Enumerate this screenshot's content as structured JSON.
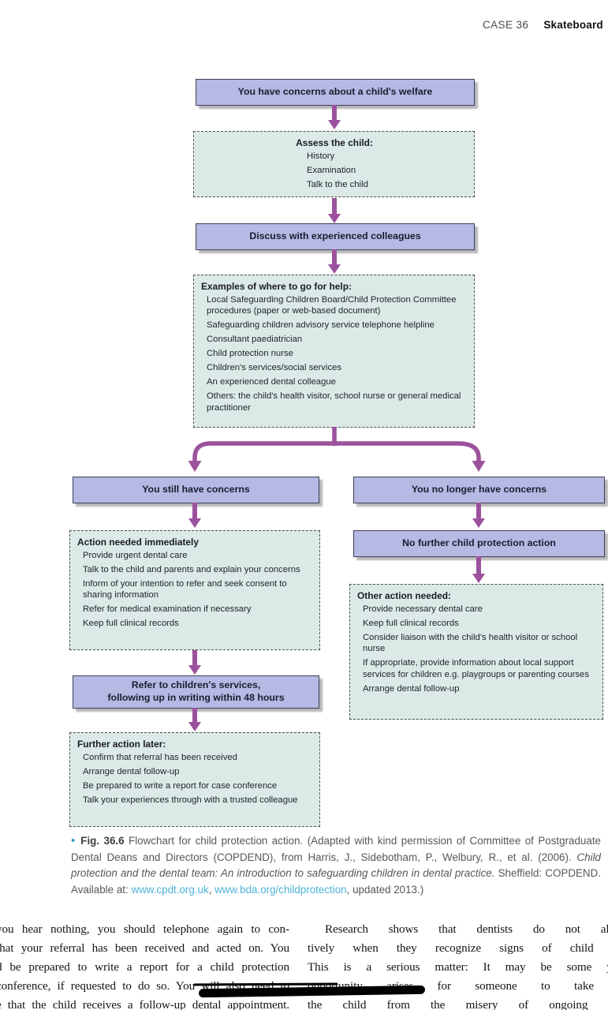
{
  "header": {
    "case_label": "CASE 36",
    "case_title": "Skateboard"
  },
  "flowchart": {
    "colors": {
      "decision_box": "#b5b9e3",
      "info_box": "#dbeae6",
      "arrow": "#9c519c"
    },
    "concerns_box": "You have concerns about a child's welfare",
    "assess": {
      "title": "Assess the child:",
      "items": [
        "History",
        "Examination",
        "Talk to the child"
      ]
    },
    "discuss_box": "Discuss with experienced colleagues",
    "examples": {
      "title": "Examples of where to go for help:",
      "items": [
        "Local Safeguarding Children Board/Child Protection Committee procedures (paper or web-based document)",
        "Safeguarding children advisory service telephone helpline",
        "Consultant paediatrician",
        "Child protection nurse",
        "Children's services/social services",
        "An experienced dental colleague",
        "Others: the child's health visitor, school nurse or general medical practitioner"
      ]
    },
    "still_concerns_box": "You still have concerns",
    "no_concerns_box": "You no longer have concerns",
    "action_now": {
      "title": "Action needed immediately",
      "items": [
        "Provide urgent dental care",
        "Talk to the child and parents and explain your concerns",
        "Inform of your intention to refer and seek consent to sharing information",
        "Refer for medical examination if necessary",
        "Keep full clinical records"
      ]
    },
    "refer_box": {
      "line1": "Refer to children's services,",
      "line2": "following up in writing within 48 hours"
    },
    "further_action": {
      "title": "Further action later:",
      "items": [
        "Confirm that referral has been received",
        "Arrange dental follow-up",
        "Be prepared to write a report for case conference",
        "Talk your experiences through with a trusted colleague"
      ]
    },
    "no_further_box": "No further child protection action",
    "other_action": {
      "title": "Other action needed:",
      "items": [
        "Provide necessary dental care",
        "Keep full clinical records",
        "Consider liaison with the child's health visitor or school nurse",
        "If appropriate, provide information about local support services for children e.g. playgroups or parenting courses",
        "Arrange dental follow-up"
      ]
    }
  },
  "caption": {
    "bullet": "•",
    "fig_label": "Fig. 36.6",
    "text_before_italic": " Flowchart for child protection action. (Adapted with kind permission of Committee of Postgraduate Dental Deans and Directors (COPDEND), from Harris, J., Sidebotham, P., Welbury, R., et al. (2006). ",
    "italic_title": "Child protection and the dental team: An introduction to safeguarding children in dental practice.",
    "text_after_italic": " Sheffield: COPDEND. Available at: ",
    "link1": "www.cpdt.org.uk",
    "separator": ", ",
    "link2": "www.bda.org/childprotection",
    "text_end": ", updated 2013.)"
  },
  "body_text": {
    "left_lines": [
      "you hear nothing, you should telephone again to con-",
      "that your referral has been received and acted on. You",
      "d be prepared to write a report for a child protection",
      "conference, if requested to do so. You will also need to",
      "e that the child receives a follow-up dental appointment."
    ],
    "right_lines": [
      "Research shows that dentists do not alwa",
      "tively when they recognize signs of child ab",
      "This is a serious matter: It may be some yea",
      "opportunity arises for someone to take a",
      "the child from the misery of ongoing ma"
    ]
  }
}
